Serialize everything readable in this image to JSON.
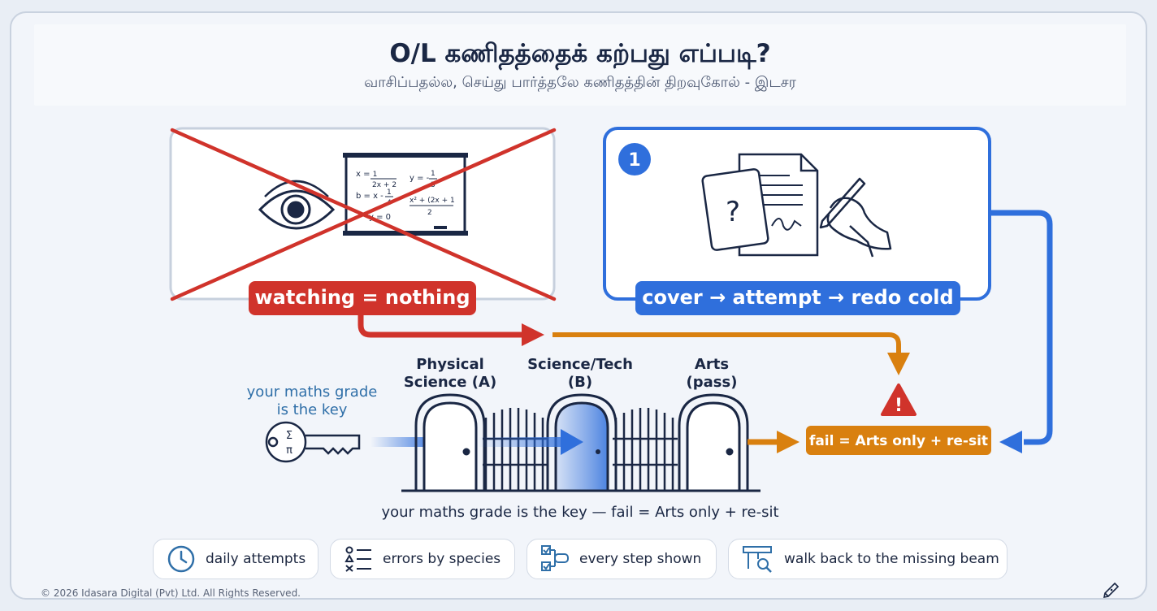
{
  "header": {
    "title": "O/L கணிதத்தைக் கற்பது எப்படி?",
    "subtitle": "வாசிப்பதல்ல, செய்து பார்த்தலே கணிதத்தின் திறவுகோல் - இடசர"
  },
  "left_panel": {
    "badge": "watching = nothing",
    "board_formulas": [
      "x = 1/(2x + 2)",
      "y = -1/3",
      "b = x - 1/4",
      "(x² + (2x + 1))/2",
      "y = 0"
    ]
  },
  "right_panel": {
    "step_number": "1",
    "badge": "cover → attempt → redo cold",
    "card_symbol": "?"
  },
  "gates": {
    "key_label_line1": "your maths grade",
    "key_label_line2": "is the key",
    "key_symbols": "Σ π",
    "gate_a_line1": "Physical",
    "gate_a_line2": "Science (A)",
    "gate_b_line1": "Science/Tech",
    "gate_b_line2": "(B)",
    "gate_c_line1": "Arts",
    "gate_c_line2": "(pass)",
    "warning_symbol": "!",
    "outcome": "fail = Arts only + re-sit",
    "caption": "your maths grade is the key — fail = Arts only + re-sit"
  },
  "tips": [
    {
      "label": "daily attempts",
      "icon": "clock-icon"
    },
    {
      "label": "errors by species",
      "icon": "error-categories-icon"
    },
    {
      "label": "every step shown",
      "icon": "checklist-flow-icon"
    },
    {
      "label": "walk back to the missing beam",
      "icon": "beam-search-icon"
    }
  ],
  "footer": {
    "copyright": "© 2026 Idasara Digital (Pvt) Ltd. All Rights Reserved."
  },
  "colors": {
    "red": "#d0332b",
    "blue": "#2f6fdc",
    "orange": "#d9800f",
    "navy": "#1a2744"
  }
}
